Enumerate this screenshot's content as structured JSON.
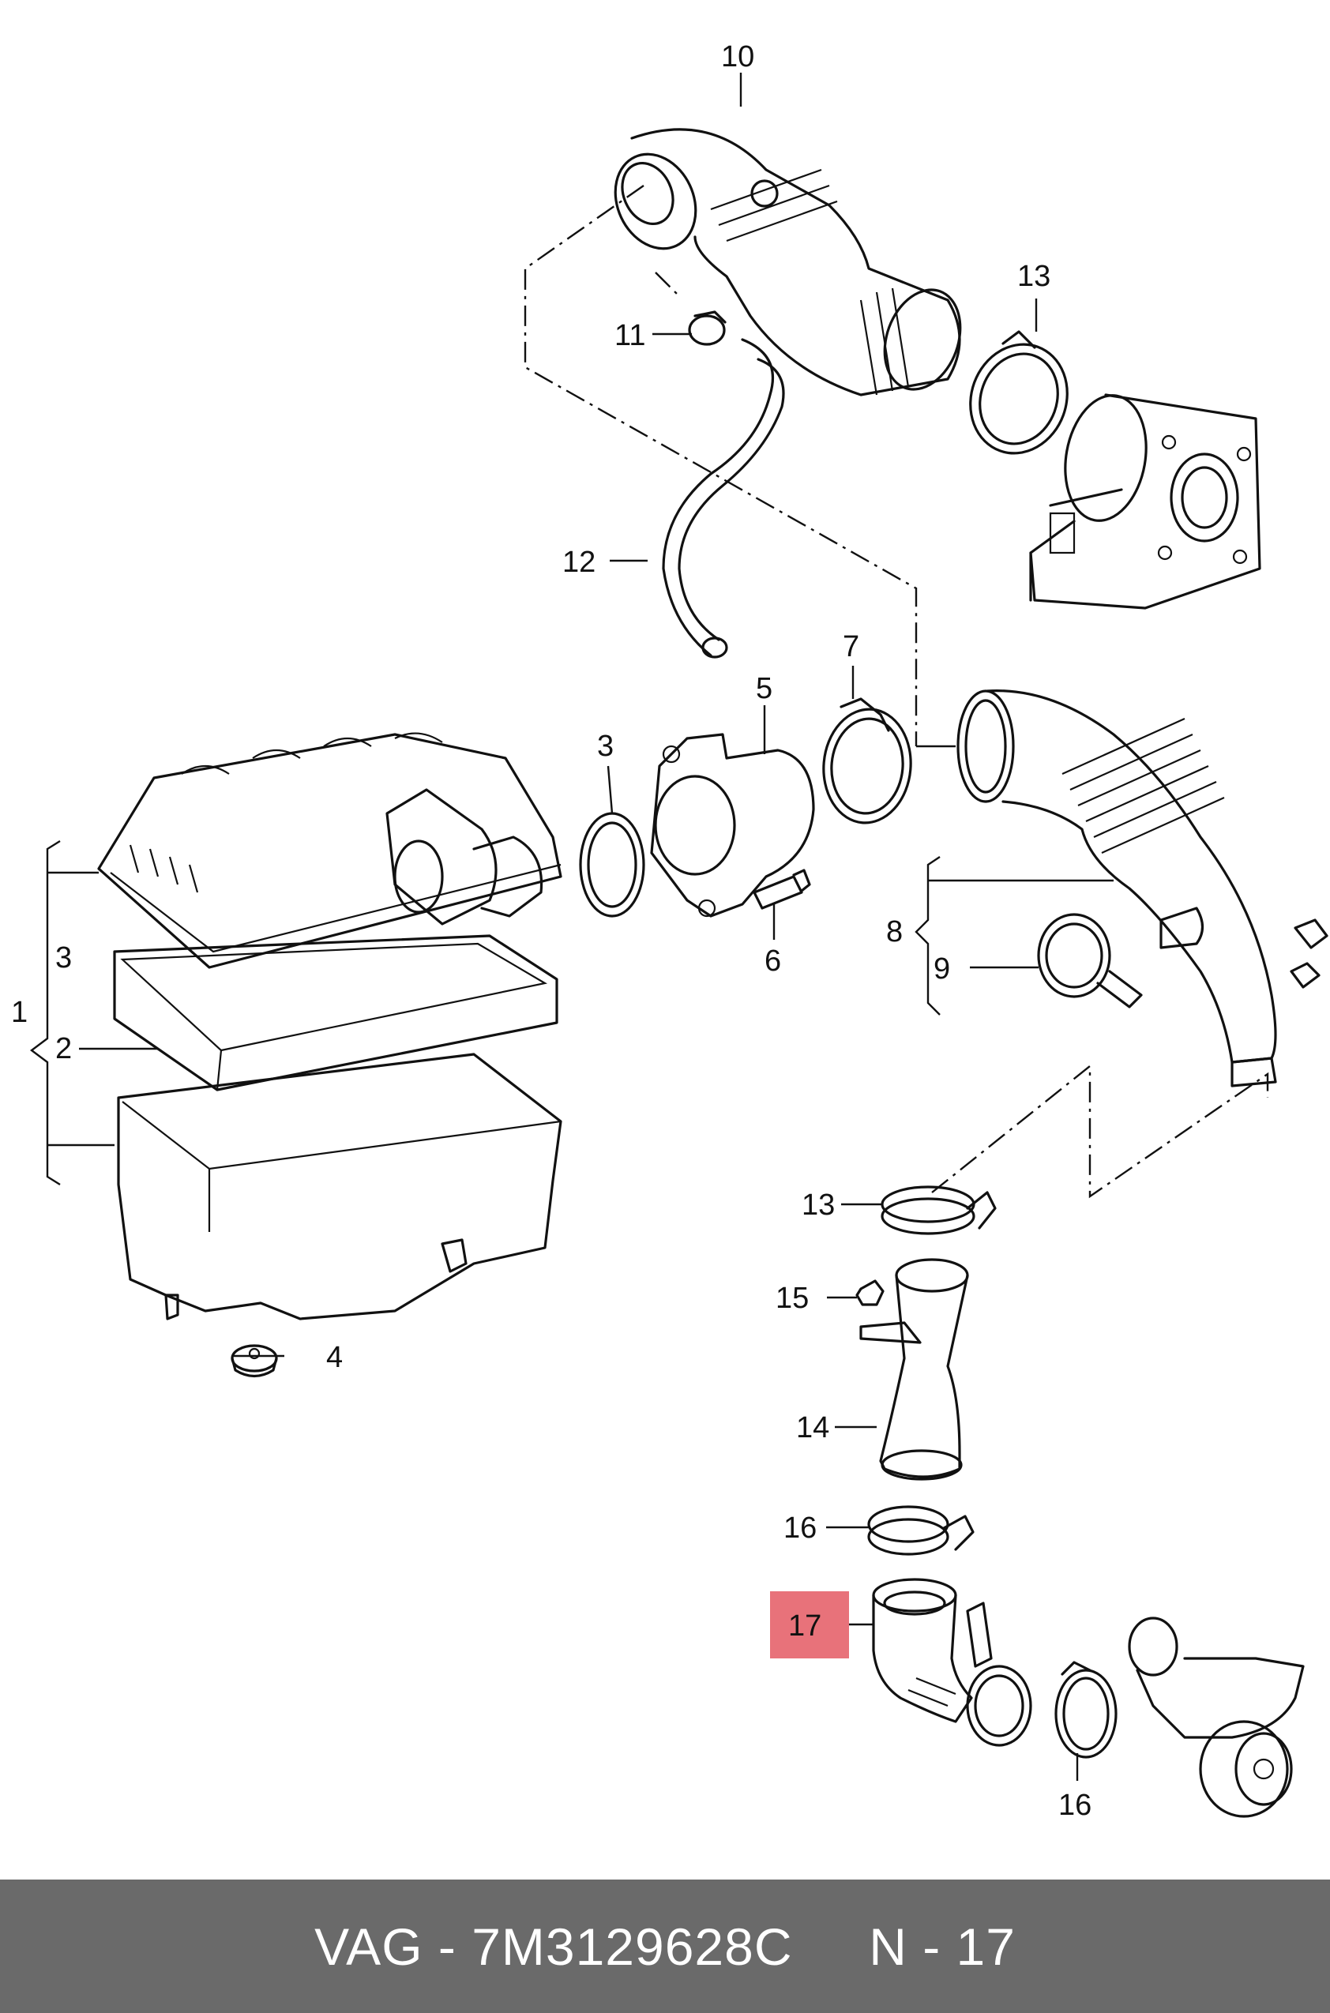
{
  "diagram": {
    "highlight_color": "#e8727a",
    "highlighted_part": "17",
    "labels": {
      "p1": "1",
      "p2": "2",
      "p3a": "3",
      "p3b": "3",
      "p4": "4",
      "p5": "5",
      "p6": "6",
      "p7": "7",
      "p8": "8",
      "p9": "9",
      "p10": "10",
      "p11": "11",
      "p12": "12",
      "p13a": "13",
      "p13b": "13",
      "p14": "14",
      "p15": "15",
      "p16a": "16",
      "p16b": "16",
      "p17": "17"
    }
  },
  "footer": {
    "brand": "VAG",
    "separator": " - ",
    "part_number": "7M3129628C",
    "position_label": "N - 17",
    "background_color": "#6a6a6a"
  }
}
